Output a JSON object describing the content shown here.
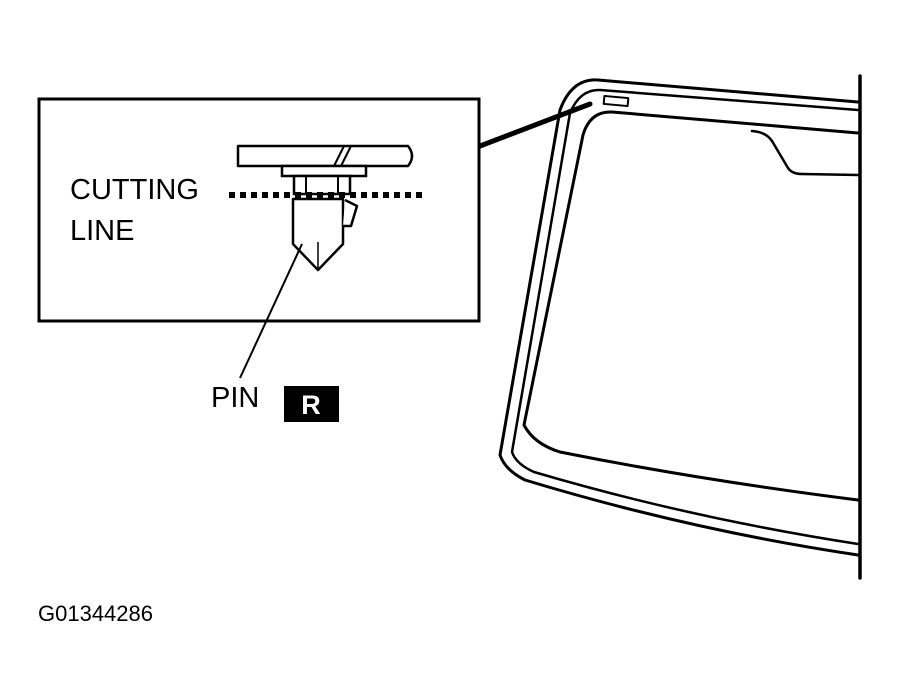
{
  "labels": {
    "cutting": "CUTTING",
    "line": "LINE",
    "pin": "PIN",
    "badge": "R"
  },
  "figure_id": "G01344286",
  "colors": {
    "ink": "#000000",
    "paper": "#ffffff"
  }
}
